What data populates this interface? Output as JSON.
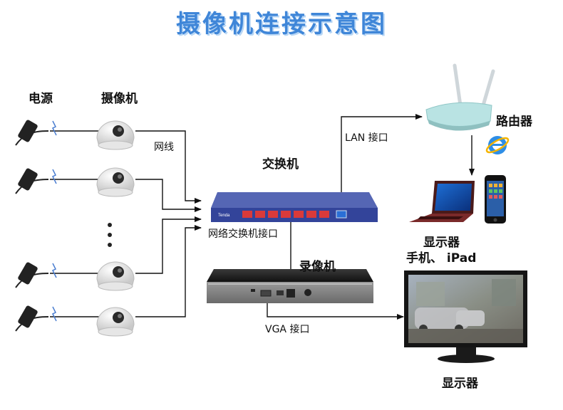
{
  "title": "摄像机连接示意图",
  "labels": {
    "power": "电源",
    "camera": "摄像机",
    "network_cable": "网线",
    "switch": "交换机",
    "switch_port": "网络交换机接口",
    "lan_port": "LAN 接口",
    "router": "路由器",
    "display_mobile": "显示器",
    "mobile_devices": "手机、 iPad",
    "nvr": "录像机",
    "vga_port": "VGA 接口",
    "monitor": "显示器"
  },
  "icons": [
    "power-adapter-icon",
    "dome-camera-icon",
    "network-switch-icon",
    "wifi-router-icon",
    "ie-browser-icon",
    "laptop-icon",
    "smartphone-icon",
    "nvr-recorder-icon",
    "lcd-monitor-icon"
  ],
  "colors": {
    "title": "#3f86d8",
    "switch_body": "#3a4fa0",
    "switch_ports": "#d93a3a",
    "router_body": "#b9e3e3",
    "line": "#111111"
  }
}
